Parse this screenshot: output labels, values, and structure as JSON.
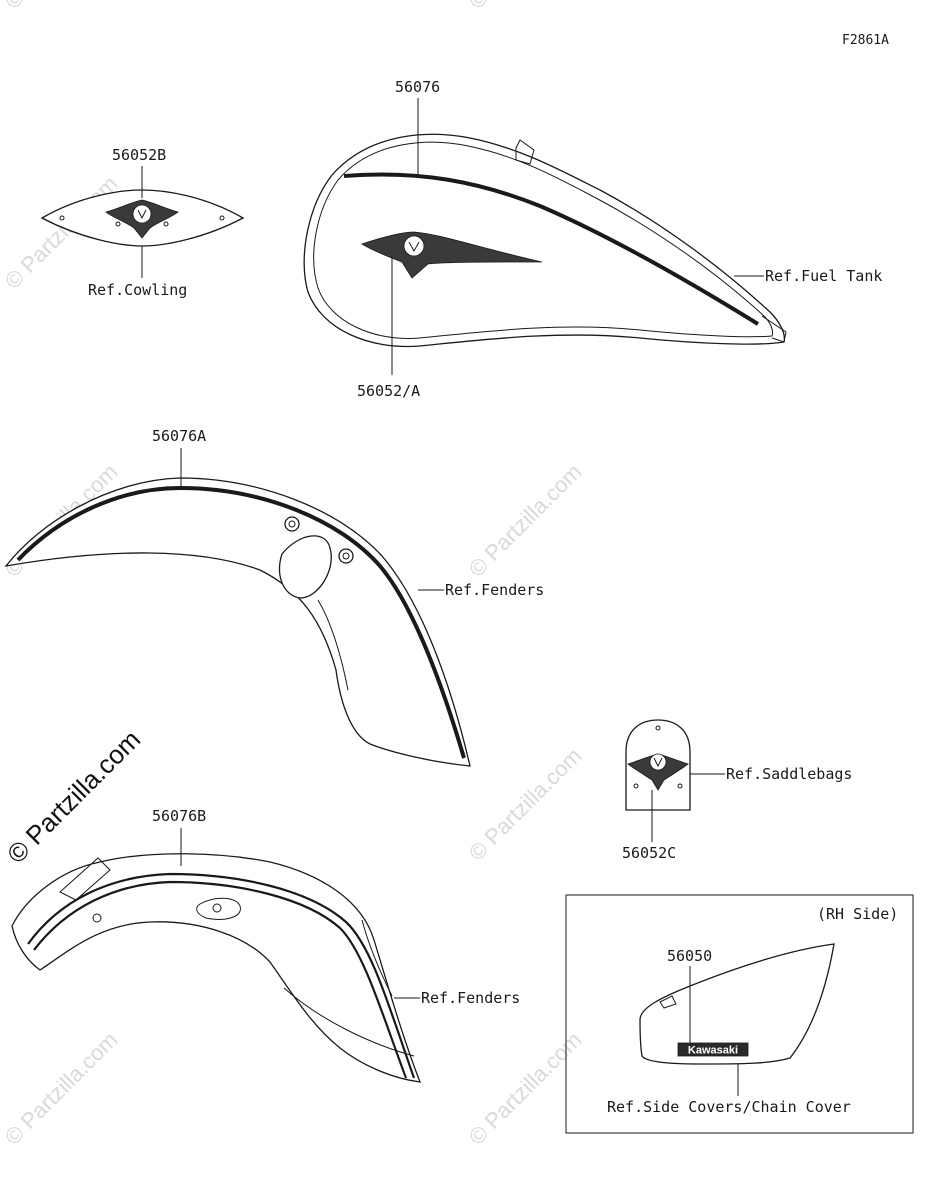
{
  "figure_code": "F2861A",
  "parts": {
    "p56052B": "56052B",
    "p56076": "56076",
    "p56052A": "56052/A",
    "p56076A": "56076A",
    "p56076B": "56076B",
    "p56052C": "56052C",
    "p56050": "56050"
  },
  "refs": {
    "cowling": "Ref.Cowling",
    "fuel_tank": "Ref.Fuel Tank",
    "fenders_front": "Ref.Fenders",
    "fenders_rear": "Ref.Fenders",
    "saddlebags": "Ref.Saddlebags",
    "side_covers": "Ref.Side Covers/Chain Cover"
  },
  "inset_title": "(RH Side)",
  "kawasaki_logo": "Kawasaki",
  "watermark": {
    "main": "© Partzilla.com",
    "repeat": "© Partzilla.com"
  }
}
